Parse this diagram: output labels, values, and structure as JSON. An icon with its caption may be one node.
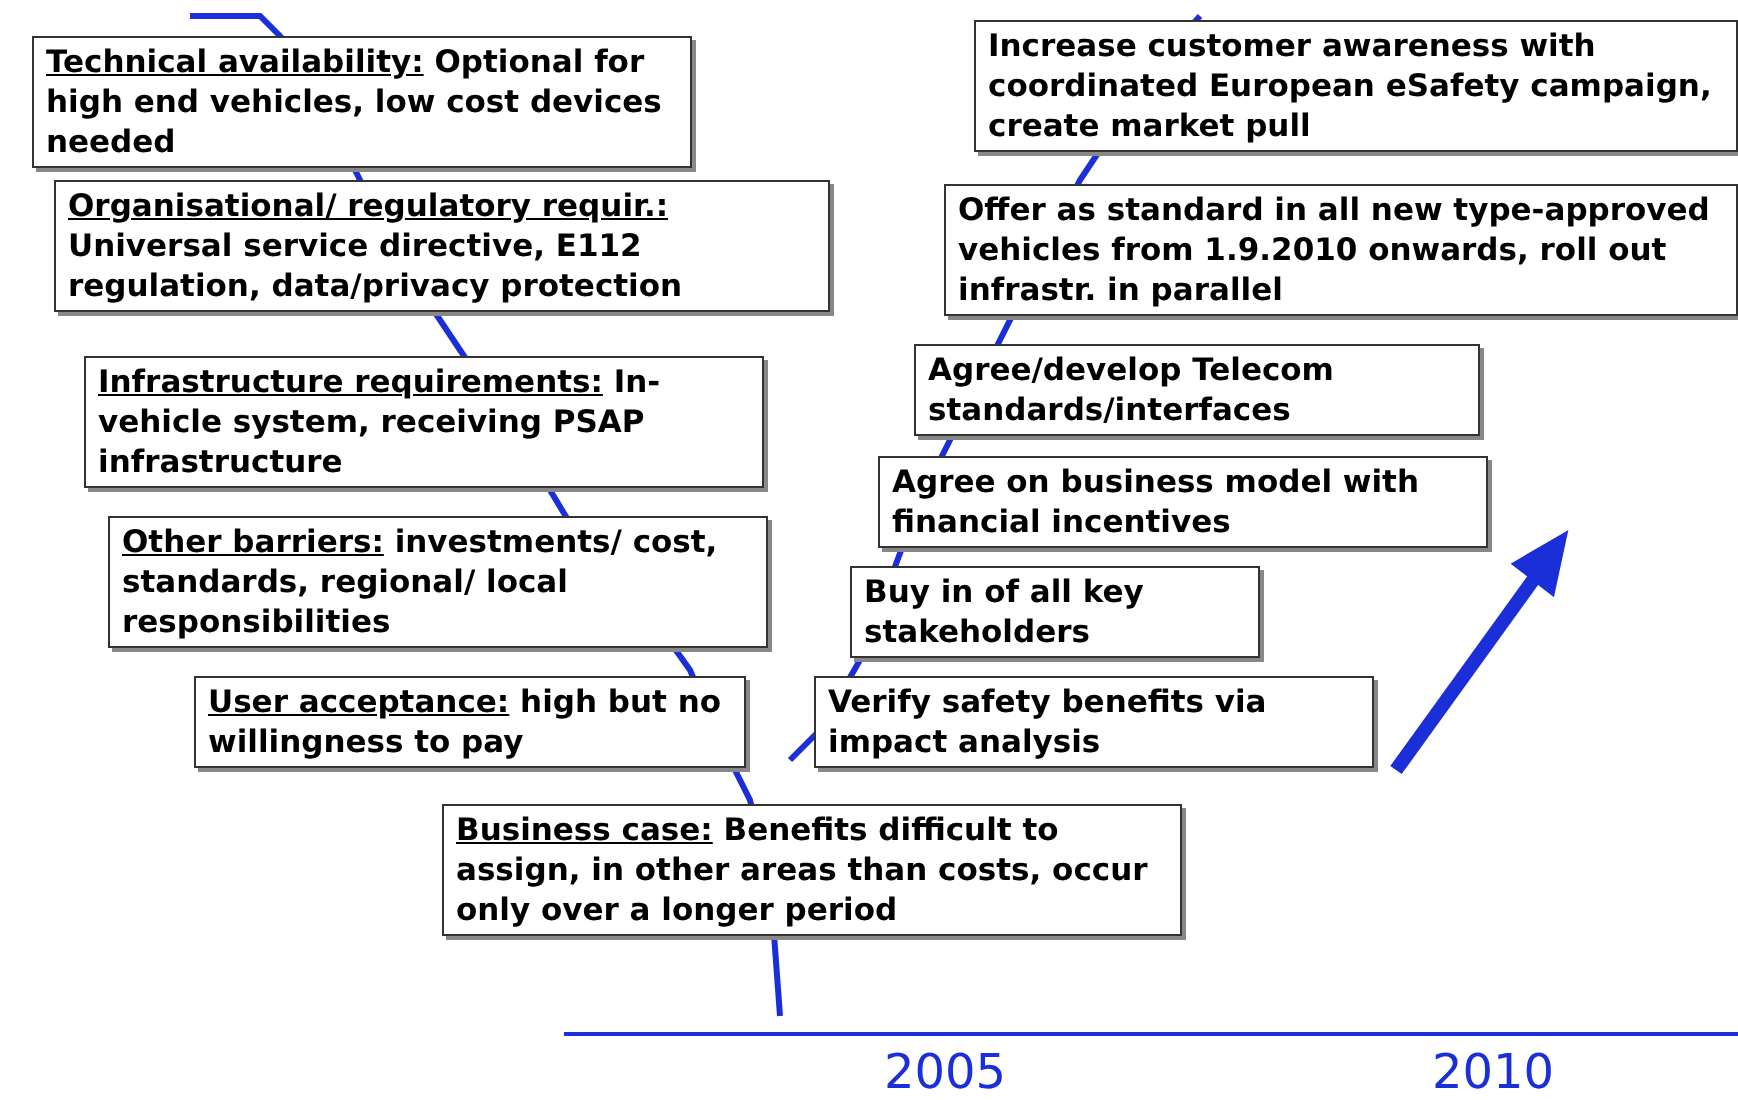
{
  "diagram": {
    "nodes": [
      {
        "text": [
          "Technical availability:",
          "Optional for high end vehicles, low cost devices needed"
        ]
      },
      {
        "text": [
          "Organisational/ regulatory requir.:",
          "Universal service directive, E112 regulation, data/privacy protection"
        ]
      },
      {
        "text": [
          "Infrastructure requirements:",
          "In-vehicle system, receiving PSAP infrastructure"
        ]
      },
      {
        "text": [
          "Other barriers:",
          "investments/ cost, standards, regional/ local responsibilities"
        ]
      },
      {
        "text": [
          "User acceptance:",
          "high but no willingness to pay"
        ]
      },
      {
        "text": [
          "Business case:",
          "Benefits difficult to assign, in other areas than costs, occur only over a longer period"
        ]
      },
      {
        "text": [
          "Increase customer awareness with coordinated European eSafety campaign, create market pull"
        ]
      },
      {
        "text": [
          "Offer as standard in all new type-approved vehicles from 1.9.2010 onwards, roll out infrastr. in parallel"
        ]
      },
      {
        "text": [
          "Agree/develop Telecom standards/interfaces"
        ]
      },
      {
        "text": [
          "Agree on business model with financial incentives"
        ]
      },
      {
        "text": [
          "Buy in of all key stakeholders"
        ]
      },
      {
        "text": [
          "Verify safety benefits via impact analysis"
        ]
      }
    ],
    "edges": [],
    "labels": [
      "2005",
      "2010"
    ]
  }
}
